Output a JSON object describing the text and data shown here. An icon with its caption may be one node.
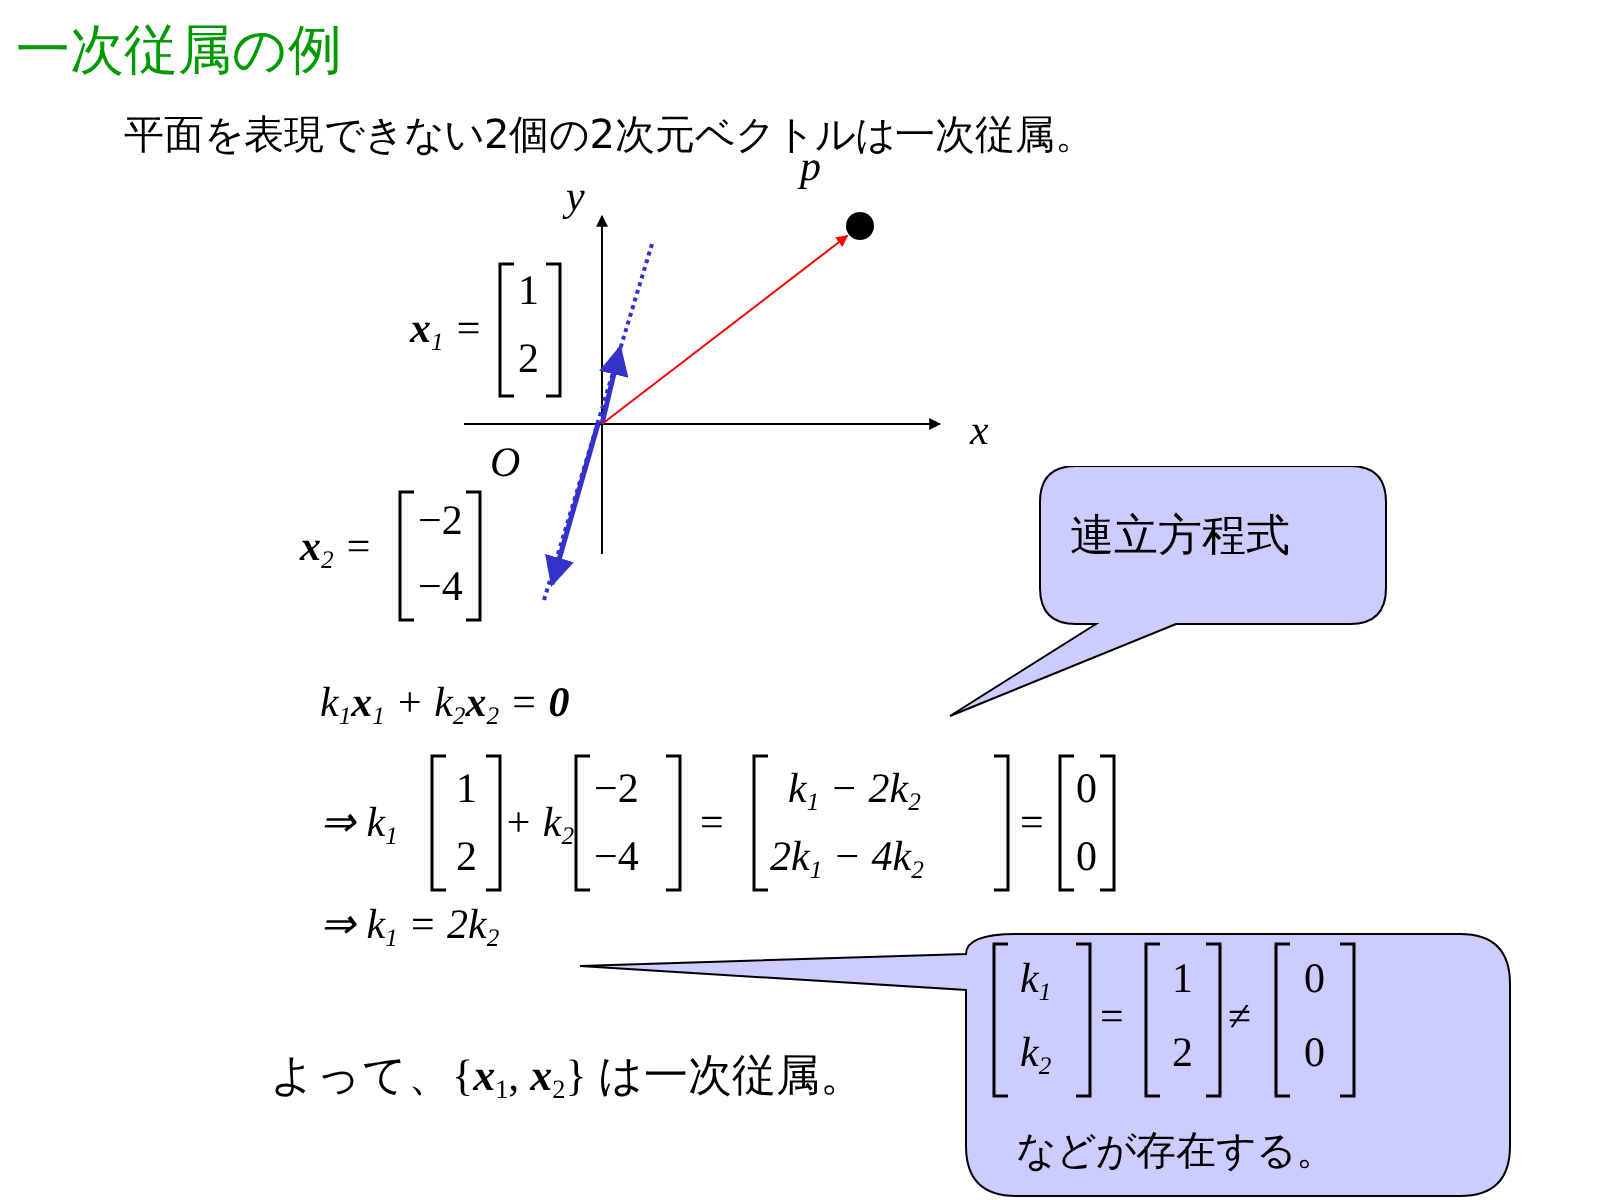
{
  "diagram": {
    "title": "一次従属の例",
    "nodes": [
      {
        "text": [
          "連立方程式"
        ]
      },
      {
        "text": [
          "k$_{1}$",
          "k$_{2}$",
          "=",
          "1",
          "2",
          "≠",
          "0",
          "0",
          "などが存在する。"
        ]
      },
      {
        "text": [],
        "shape": "circle",
        "beside": [
          "p"
        ]
      }
    ],
    "edges": [
      {
        "from": null,
        "to": 2,
        "arrow": "to",
        "color": "#ff0000"
      }
    ],
    "labels": [
      "平面を表現できない2個の2次元ベクトルは一次従属。",
      "y",
      "x",
      "O",
      "**x**$_{1}$ =",
      "1",
      "2",
      "**x**$_{2}$ =",
      "−2",
      "−4",
      "k$_{1}$**x**$_{1}$ + k$_{2}$**x**$_{2}$ = **0**",
      "⇒ k$_{1}$",
      "1",
      "2",
      "+ k$_{2}$",
      "−2",
      "−4",
      "=",
      "k$_{1}$ − 2k$_{2}$",
      "2k$_{1}$ − 4k$_{2}$",
      "=",
      "0",
      "0",
      "⇒ k$_{1}$ = 2k$_{2}$",
      "よって、{**x**$_{1}$, **x**$_{2}$} は一次従属。"
    ]
  }
}
